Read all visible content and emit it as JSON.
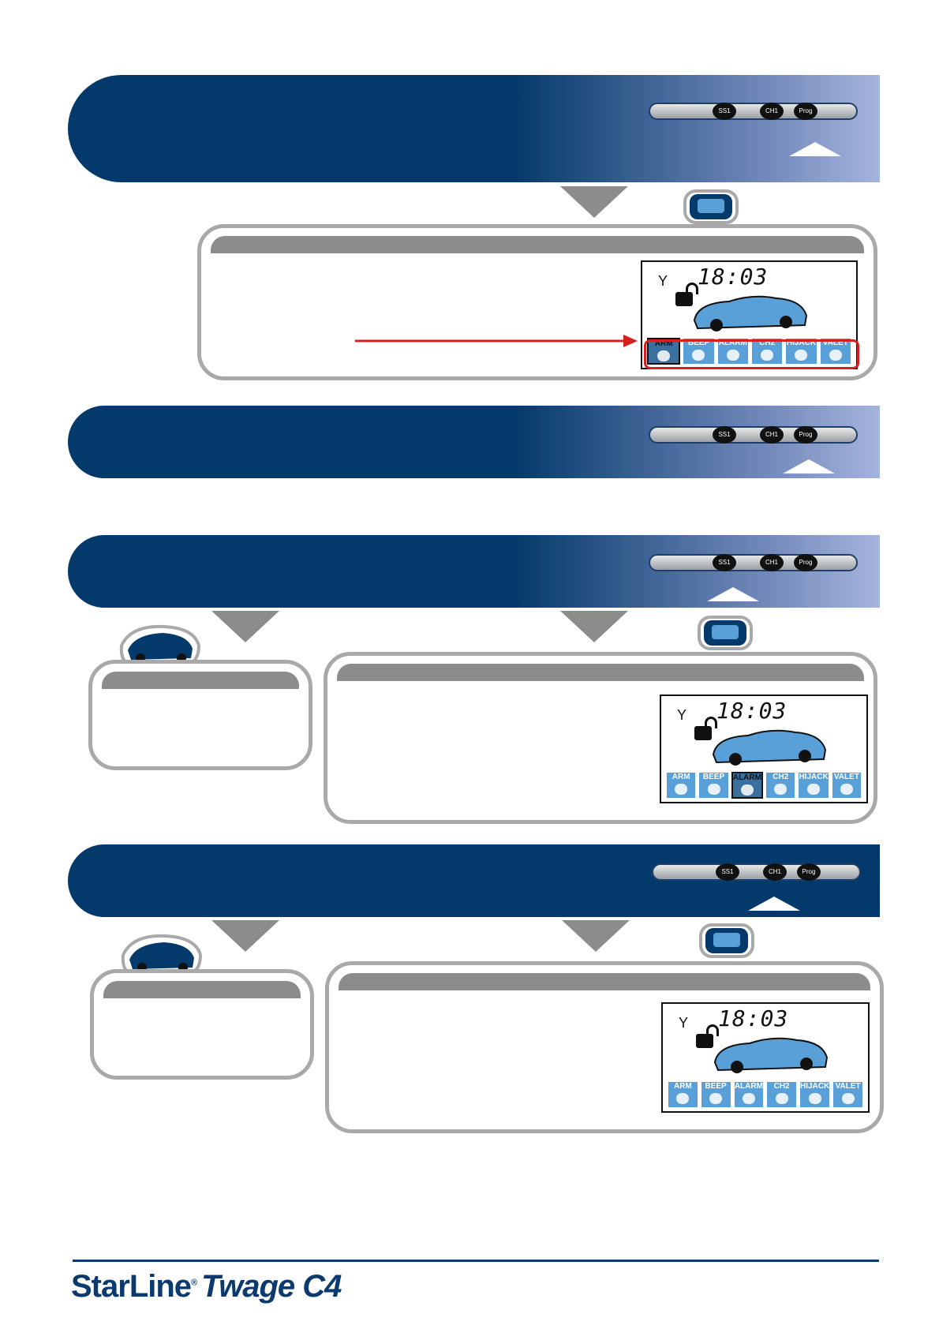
{
  "lcd": {
    "time": "18:03",
    "modes": [
      "ARM",
      "BEEP",
      "ALARM",
      "CH2",
      "HIJACK",
      "VALET"
    ]
  },
  "fob": {
    "btn1": "SS1",
    "btn2": "CH1",
    "btn3": "Prog"
  },
  "footer": {
    "brand": "StarLine",
    "registered": "®",
    "model": "Twage C4"
  },
  "colors": {
    "navy": "#043a6b",
    "lcd_blue": "#5aa0d8",
    "grey": "#8c8c8c",
    "arrow_red": "#d62020"
  }
}
